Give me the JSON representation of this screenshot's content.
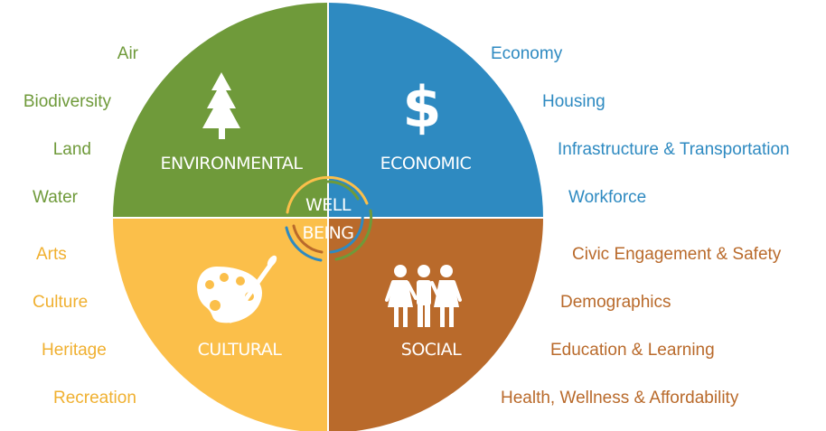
{
  "colors": {
    "environmental": "#6f9a3a",
    "economic": "#2e8ac1",
    "cultural": "#fbbf4a",
    "social": "#b96a2b",
    "white": "#ffffff"
  },
  "quadrants": {
    "environmental": {
      "title": "ENVIRONMENTAL",
      "icon": "tree-icon",
      "items": [
        "Air",
        "Biodiversity",
        "Land",
        "Water"
      ]
    },
    "economic": {
      "title": "ECONOMIC",
      "icon": "dollar-icon",
      "items": [
        "Economy",
        "Housing",
        "Infrastructure & Transportation",
        "Workforce"
      ]
    },
    "cultural": {
      "title": "CULTURAL",
      "icon": "palette-icon",
      "items": [
        "Arts",
        "Culture",
        "Heritage",
        "Recreation"
      ]
    },
    "social": {
      "title": "SOCIAL",
      "icon": "people-icon",
      "items": [
        "Civic Engagement & Safety",
        "Demographics",
        "Education & Learning",
        "Health, Wellness & Affordability"
      ]
    }
  },
  "center": {
    "line1": "WELL",
    "line2": "BEING"
  }
}
